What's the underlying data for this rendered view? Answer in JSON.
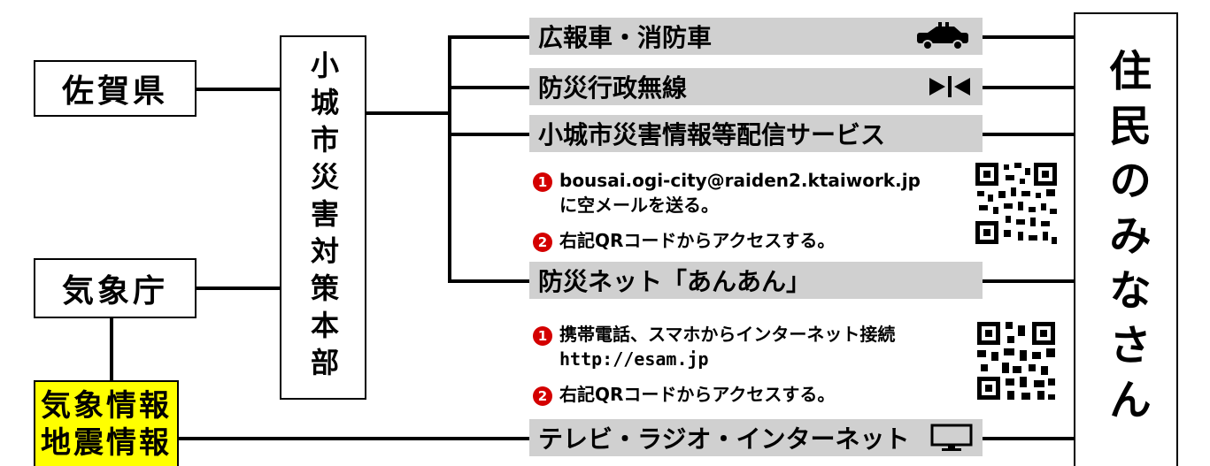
{
  "sources": {
    "saga": "佐賀県",
    "jma": "気象庁",
    "info_line1": "気象情報",
    "info_line2": "地震情報"
  },
  "hq": {
    "label": "小城市災害対策本部"
  },
  "residents": {
    "label": "住民のみなさん"
  },
  "channels": [
    {
      "label": "広報車・消防車",
      "icon": "car-icon"
    },
    {
      "label": "防災行政無線",
      "icon": "speaker-icon"
    },
    {
      "label": "小城市災害情報等配信サービス",
      "icon": ""
    },
    {
      "label": "防災ネット「あんあん」",
      "icon": ""
    },
    {
      "label": "テレビ・ラジオ・インターネット",
      "icon": "monitor-icon"
    }
  ],
  "mail_service": {
    "step1_num": "1",
    "step1_line1": "bousai.ogi-city@raiden2.ktaiwork.jp",
    "step1_line2": "に空メールを送る。",
    "step2_num": "2",
    "step2_text": "右記QRコードからアクセスする。"
  },
  "net_service": {
    "step1_num": "1",
    "step1_line1": "携帯電話、スマホからインターネット接続",
    "step1_line2": "http://esam.jp",
    "step2_num": "2",
    "step2_text": "右記QRコードからアクセスする。"
  },
  "colors": {
    "info_box": "#ffff00",
    "channel_bar": "#d0d0d0",
    "number_badge": "#d40000"
  }
}
